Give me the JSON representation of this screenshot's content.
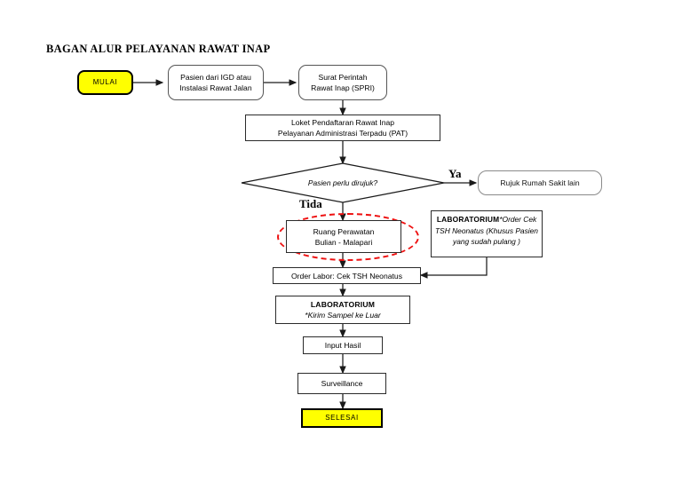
{
  "document": {
    "title": "BAGAN ALUR PELAYANAN RAWAT INAP"
  },
  "flowchart": {
    "type": "flowchart",
    "orientation": "top-to-bottom",
    "nodes": {
      "start": {
        "label": "MULAI",
        "shape": "terminator",
        "fill": "#ffff00"
      },
      "source": {
        "line1": "Pasien dari IGD atau",
        "line2": "Instalasi Rawat Jalan",
        "shape": "rounded-rect"
      },
      "spri": {
        "line1": "Surat Perintah",
        "line2": "Rawat Inap (SPRI)",
        "shape": "rounded-rect"
      },
      "pat": {
        "line1": "Loket Pendaftaran Rawat Inap",
        "line2": "Pelayanan Administrasi Terpadu (PAT)",
        "shape": "rect"
      },
      "decision": {
        "label": "Pasien perlu dirujuk?",
        "shape": "diamond"
      },
      "rujuk": {
        "label": "Rujuk Rumah Sakit lain",
        "shape": "rounded-rect"
      },
      "ruang": {
        "line1": "Ruang Perawatan",
        "line2": "Bulian - Malapari",
        "shape": "rect",
        "highlight": "red-dashed-ellipse"
      },
      "lab_note": {
        "head": "LABORATORIUM",
        "line1": "*Order Cek",
        "line2": "TSH Neonatus (Khusus Pasien",
        "line3": "yang sudah pulang )",
        "shape": "rect"
      },
      "order_labor": {
        "label": "Order Labor: Cek TSH Neonatus",
        "shape": "rect"
      },
      "lab_kirim": {
        "head": "LABORATORIUM",
        "sub": "*Kirim Sampel ke Luar",
        "shape": "rect"
      },
      "input_hasil": {
        "label": "Input Hasil",
        "shape": "rect"
      },
      "surveillance": {
        "label": "Surveillance",
        "shape": "rect"
      },
      "end": {
        "label": "SELESAI",
        "shape": "terminator",
        "fill": "#ffff00"
      }
    },
    "edge_labels": {
      "yes": "Ya",
      "no": "Tida"
    },
    "colors": {
      "terminator_fill": "#ffff00",
      "highlight": "#ee1111",
      "stroke": "#2b2b2b",
      "page": "#ffffff"
    }
  }
}
